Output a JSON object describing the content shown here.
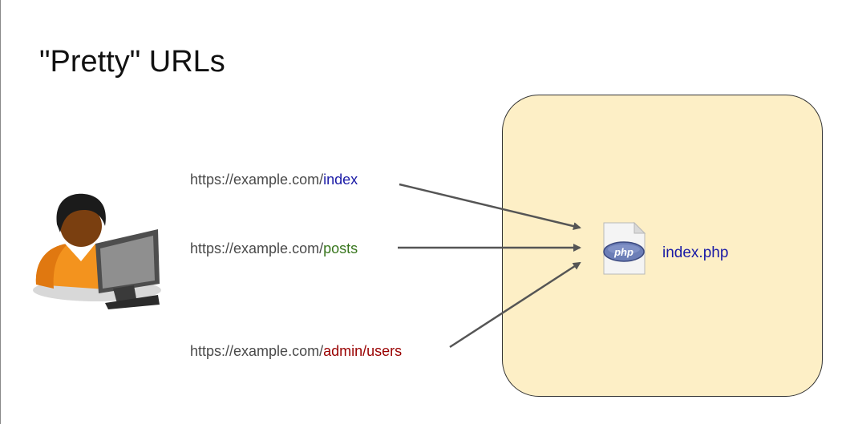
{
  "slide": {
    "title": "\"Pretty\" URLs"
  },
  "urls": [
    {
      "base": "https://example.com/",
      "path": "index"
    },
    {
      "base": "https://example.com/",
      "path": "posts"
    },
    {
      "base": "https://example.com/",
      "path": "admin/users"
    }
  ],
  "target": {
    "filename": "index.php",
    "icon": "php-file-icon",
    "icon_label": "php"
  },
  "client_icon": "user-at-computer-icon",
  "colors": {
    "index": "#1a1aa6",
    "posts": "#38761d",
    "admin": "#990000",
    "base_text": "#4a4a4a",
    "arrow": "#555555",
    "server_fill": "#fdefc6",
    "filename": "#1a1aa6"
  }
}
